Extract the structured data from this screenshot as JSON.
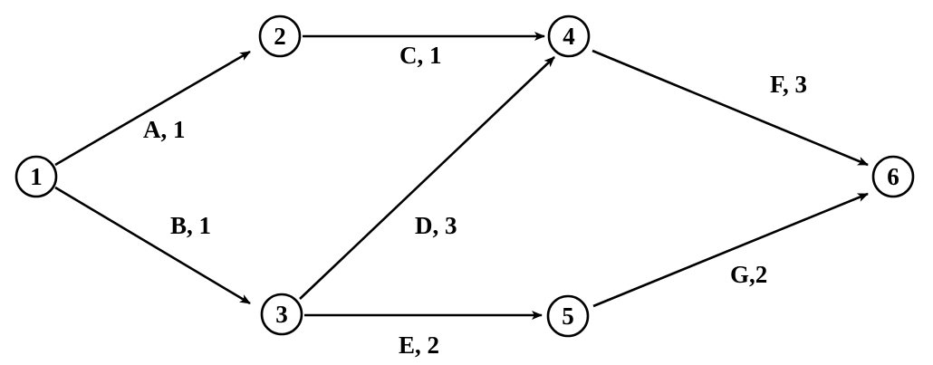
{
  "nodes": [
    {
      "id": "1",
      "label": "1"
    },
    {
      "id": "2",
      "label": "2"
    },
    {
      "id": "3",
      "label": "3"
    },
    {
      "id": "4",
      "label": "4"
    },
    {
      "id": "5",
      "label": "5"
    },
    {
      "id": "6",
      "label": "6"
    }
  ],
  "edges": [
    {
      "from": "1",
      "to": "2",
      "label": "A, 1"
    },
    {
      "from": "1",
      "to": "3",
      "label": "B, 1"
    },
    {
      "from": "2",
      "to": "4",
      "label": "C, 1"
    },
    {
      "from": "3",
      "to": "4",
      "label": "D, 3"
    },
    {
      "from": "3",
      "to": "5",
      "label": "E, 2"
    },
    {
      "from": "4",
      "to": "6",
      "label": "F, 3"
    },
    {
      "from": "5",
      "to": "6",
      "label": "G,2"
    }
  ]
}
